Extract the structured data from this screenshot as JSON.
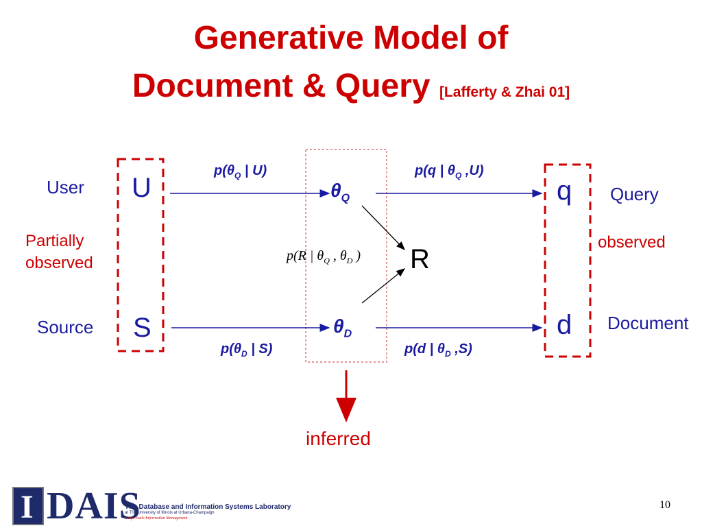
{
  "title": {
    "line1": "Generative Model of",
    "line2": "Document & Query",
    "citation": "[Lafferty & Zhai 01]"
  },
  "left_labels": {
    "user": "User",
    "partially_observed_1": "Partially",
    "partially_observed_2": "observed",
    "source": "Source"
  },
  "right_labels": {
    "query": "Query",
    "observed": "observed",
    "document": "Document"
  },
  "nodes": {
    "U": "U",
    "S": "S",
    "theta": "θ",
    "Q": "Q",
    "D": "D",
    "R": "R",
    "q": "q",
    "d": "d"
  },
  "formulas": {
    "p_thetaQ_U": {
      "pre": "p(θ",
      "sub": "Q",
      "post": " | U)"
    },
    "p_q_thetaQ_U": {
      "pre": "p(q | θ",
      "sub": "Q",
      "post": " ,U)"
    },
    "p_thetaD_S": {
      "pre": "p(θ",
      "sub": "D",
      "post": " | S)"
    },
    "p_d_thetaD_S": {
      "pre": "p(d | θ",
      "sub": "D",
      "post": " ,S)"
    },
    "p_R": {
      "pre": "p(R | θ",
      "sub1": "Q",
      "mid": " , θ",
      "sub2": "D",
      "post": " )"
    }
  },
  "inferred": "inferred",
  "footer": {
    "logo_letter": "I",
    "logo_text": "DAIS",
    "lab_name": "The Database and Information Systems Laboratory",
    "lab_affiliation": "at The University of Illinois at Urbana-Champaign",
    "lab_tagline": "Large Scale Information Management",
    "page_number": "10"
  },
  "colors": {
    "title": "#cc0000",
    "label_blue": "#1a1aa0",
    "arrow_blue": "#1a1aa0",
    "box_red": "#cc0000",
    "inferred_box": "#e07070"
  }
}
